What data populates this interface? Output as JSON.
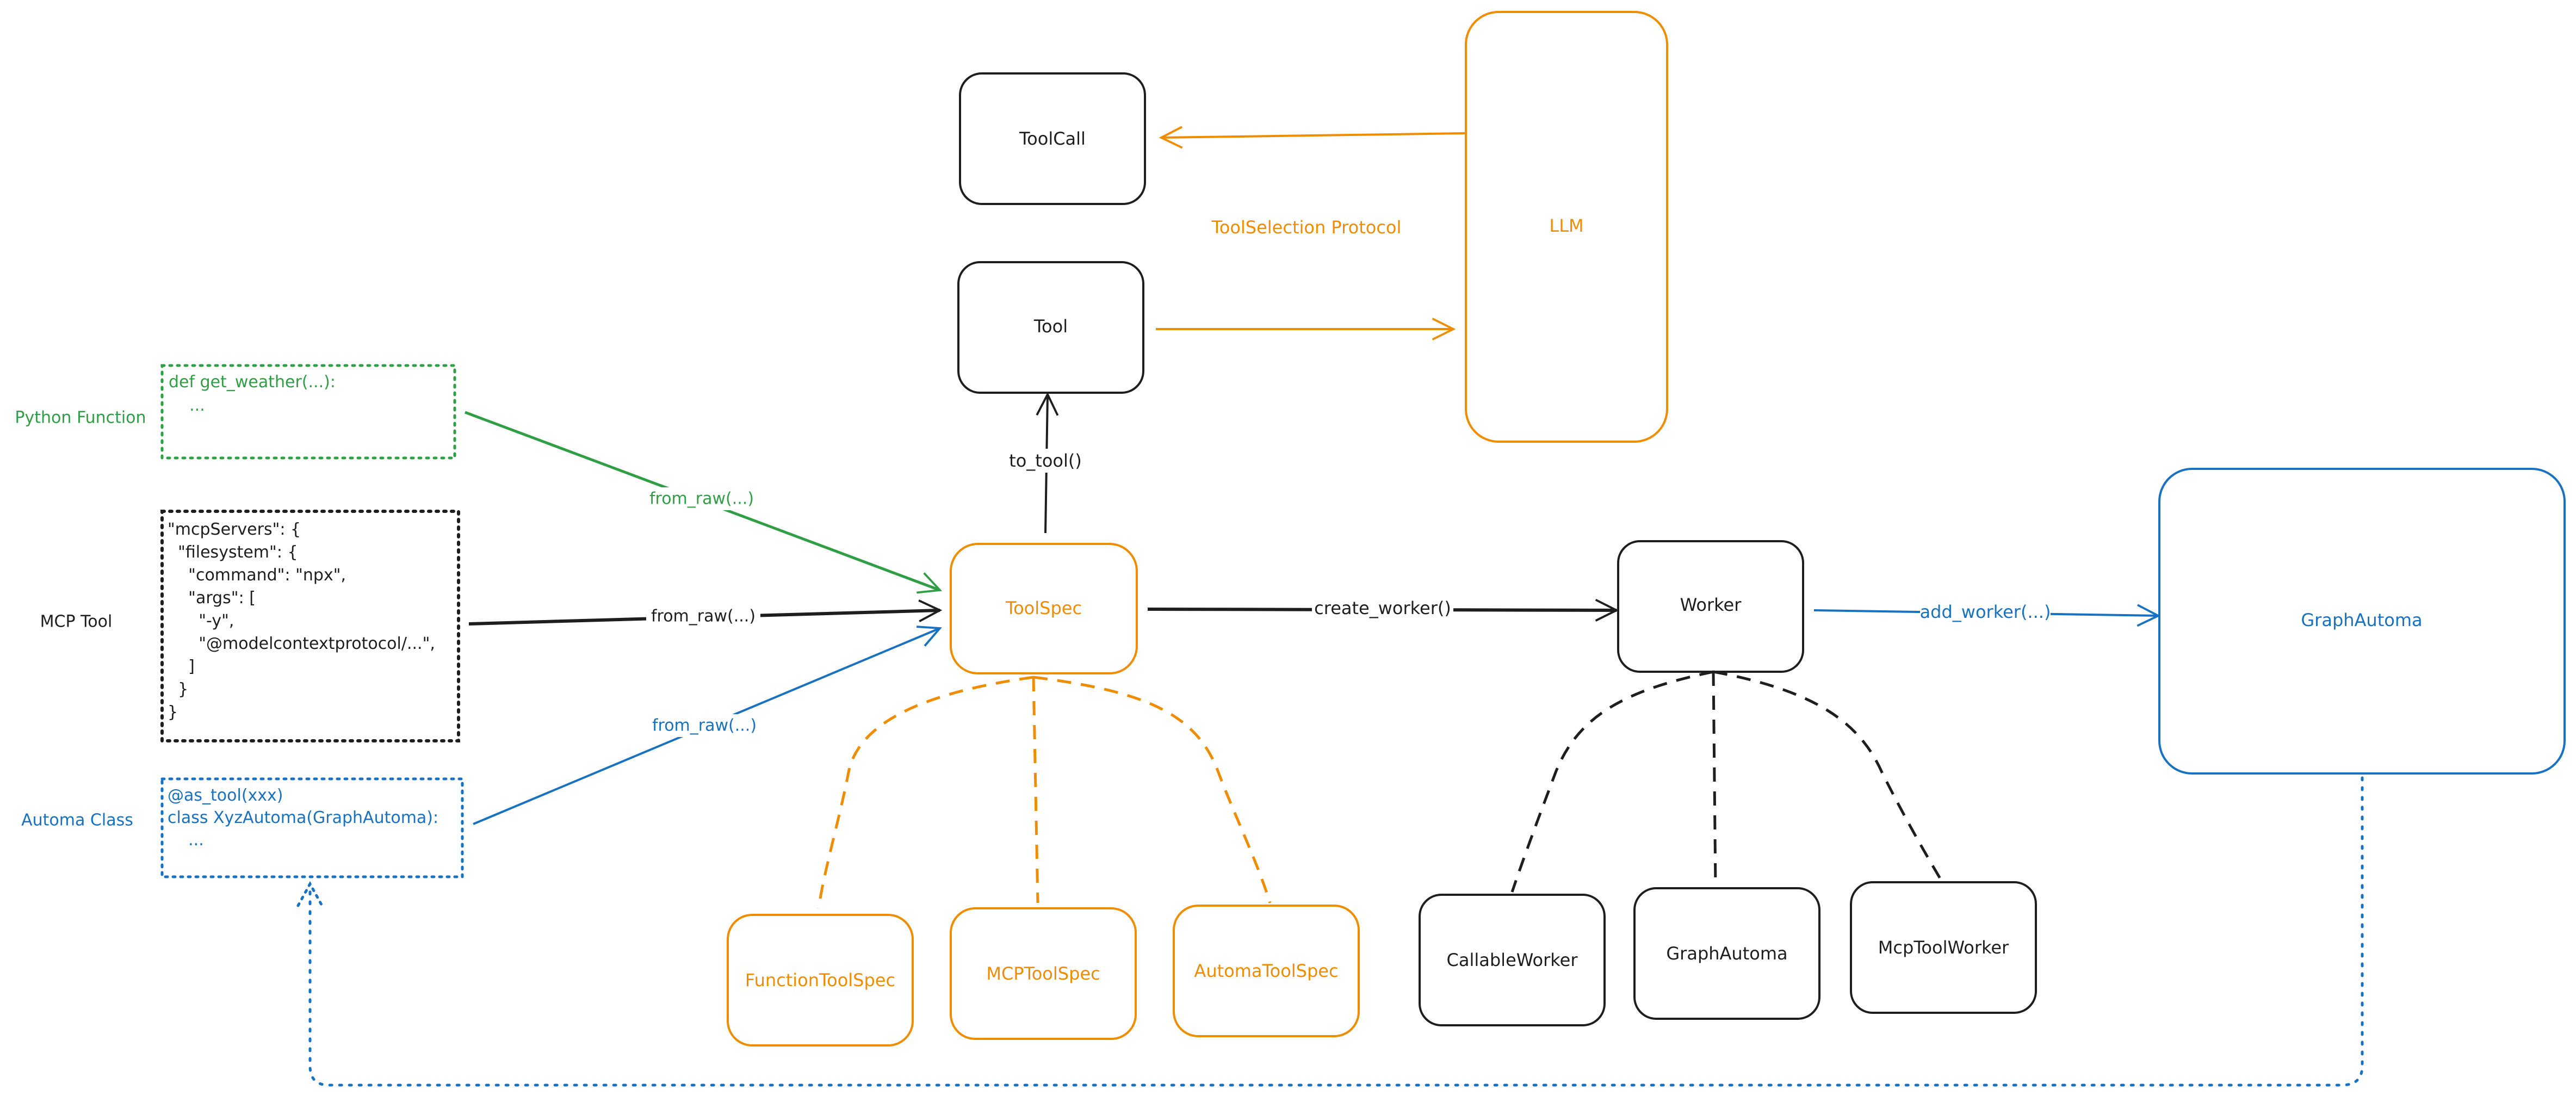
{
  "colors": {
    "black": "#1e1e1e",
    "orange": "#f08c00",
    "green": "#2f9e44",
    "blue": "#1971c2"
  },
  "nodes": {
    "toolcall": "ToolCall",
    "tool": "Tool",
    "llm": "LLM",
    "toolspec": "ToolSpec",
    "worker": "Worker",
    "graphautoma_main": "GraphAutoma",
    "function_tool_spec": "FunctionToolSpec",
    "mcp_tool_spec": "MCPToolSpec",
    "automa_tool_spec": "AutomaToolSpec",
    "callable_worker": "CallableWorker",
    "graphautoma_sub": "GraphAutoma",
    "mcp_tool_worker": "McpToolWorker"
  },
  "side_labels": {
    "python_function": "Python Function",
    "mcp_tool": "MCP Tool",
    "automa_class": "Automa Class"
  },
  "edge_labels": {
    "tool_selection_protocol": "ToolSelection Protocol",
    "to_tool": "to_tool()",
    "from_raw_python": "from_raw(...)",
    "from_raw_mcp": "from_raw(...)",
    "from_raw_automa": "from_raw(...)",
    "create_worker": "create_worker()",
    "add_worker": "add_worker(...)"
  },
  "code": {
    "python": [
      "def get_weather(...):",
      "    ..."
    ],
    "mcp": [
      "\"mcpServers\": {",
      "  \"filesystem\": {",
      "    \"command\": \"npx\",",
      "    \"args\": [",
      "      \"-y\",",
      "      \"@modelcontextprotocol/...\",",
      "    ]",
      "  }",
      "}"
    ],
    "automa": [
      "@as_tool(xxx)",
      "class XyzAutoma(GraphAutoma):",
      "    ..."
    ]
  }
}
